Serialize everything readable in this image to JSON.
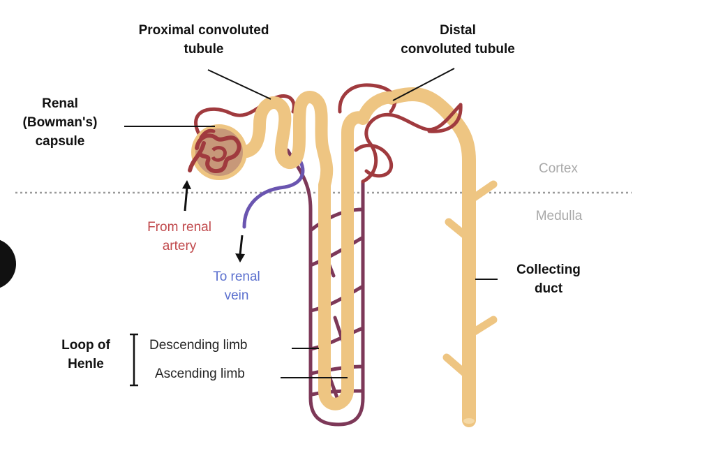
{
  "colors": {
    "tubule": "#eec582",
    "tubule_light": "#f5d9a6",
    "capillary": "#a03a3e",
    "vasa_recta": "#7d3858",
    "vein": "#6a55b0",
    "capsule": "#c79879",
    "pointer": "#111111",
    "divider": "#9a9a9a",
    "artery_text": "#c0484b",
    "vein_text": "#5a6fce",
    "zone_text": "#a9a9a9"
  },
  "labels": {
    "proximal": "Proximal convoluted\ntubule",
    "distal": "Distal\nconvoluted tubule",
    "renal_capsule": "Renal\n(Bowman's)\ncapsule",
    "cortex": "Cortex",
    "medulla": "Medulla",
    "from_artery": "From renal\nartery",
    "to_vein": "To renal\nvein",
    "collecting_duct": "Collecting\nduct",
    "loop_of_henle": "Loop of\nHenle",
    "descending_limb": "Descending limb",
    "ascending_limb": "Ascending limb"
  },
  "icons": {
    "side_button": "dark-circle-icon"
  }
}
